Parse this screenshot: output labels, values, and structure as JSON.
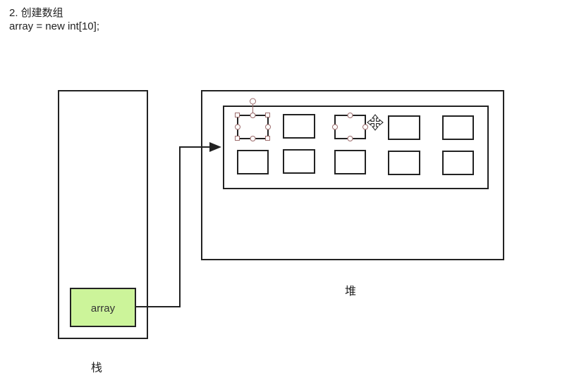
{
  "heading": {
    "line1": "2. 创建数组",
    "line2": "array = new int[10];"
  },
  "stack": {
    "label": "栈",
    "variable_label": "array"
  },
  "heap": {
    "label": "堆",
    "array_cells": 10
  },
  "colors": {
    "stroke": "#222222",
    "variable_fill": "#ccf49a",
    "handle": "#9c6b6b"
  },
  "icons": [
    "move-cursor-icon"
  ]
}
